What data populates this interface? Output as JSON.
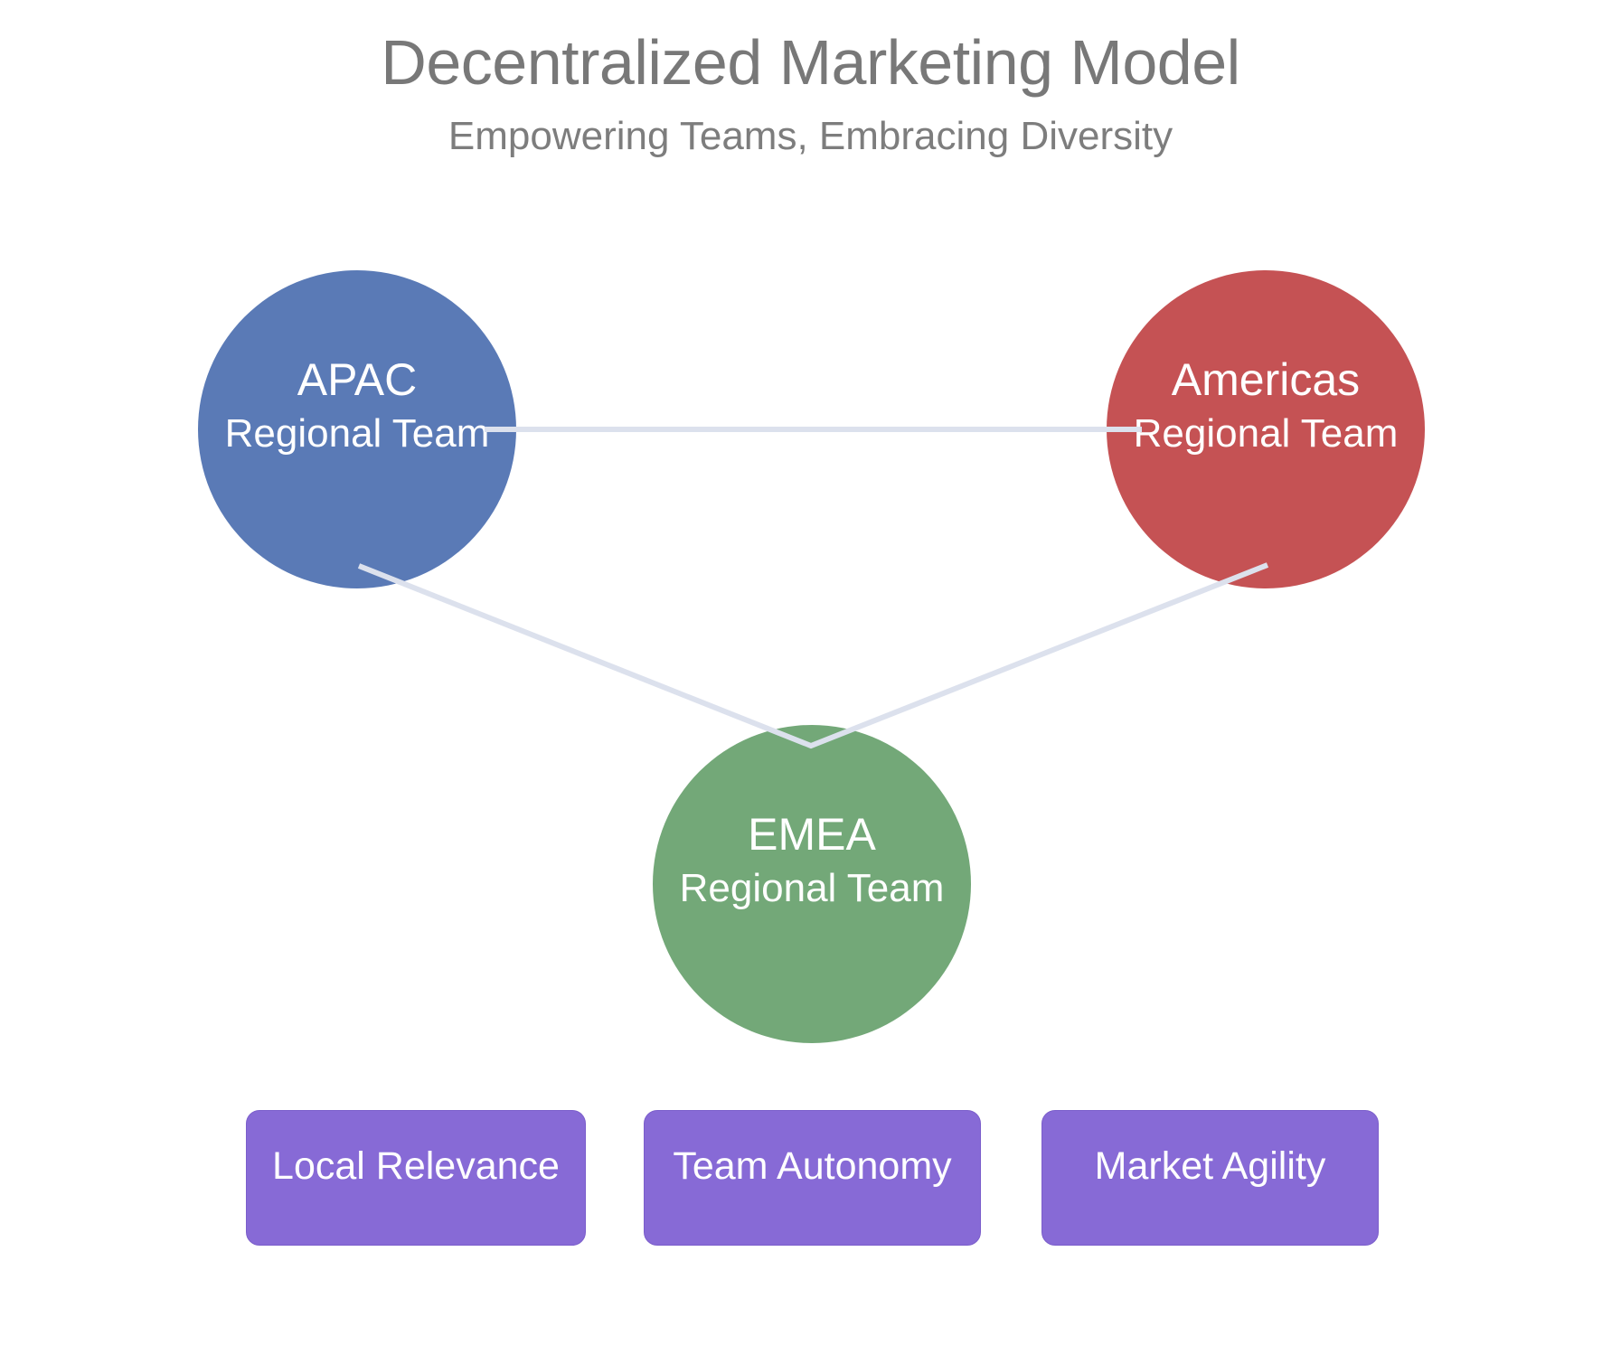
{
  "header": {
    "title": "Decentralized Marketing Model",
    "subtitle": "Empowering Teams, Embracing Diversity"
  },
  "nodes": [
    {
      "id": "apac",
      "label": "APAC",
      "sublabel": "Regional Team",
      "fill": "#5a7ab6"
    },
    {
      "id": "americas",
      "label": "Americas",
      "sublabel": "Regional Team",
      "fill": "#c55254"
    },
    {
      "id": "emea",
      "label": "EMEA",
      "sublabel": "Regional Team",
      "fill": "#73a878"
    }
  ],
  "connections": [
    {
      "from": "apac",
      "to": "americas"
    },
    {
      "from": "apac",
      "to": "emea"
    },
    {
      "from": "americas",
      "to": "emea"
    }
  ],
  "benefits": [
    {
      "label": "Local Relevance"
    },
    {
      "label": "Team Autonomy"
    },
    {
      "label": "Market Agility"
    }
  ],
  "colors": {
    "background": "#ffffff",
    "title_text": "#787878",
    "subtitle_text": "#7d7d7d",
    "apac_fill": "#5a7ab6",
    "americas_fill": "#c55254",
    "emea_fill": "#73a878",
    "benefit_fill": "#876ad6",
    "connector": "#dce1ed",
    "node_text": "#ffffff"
  }
}
